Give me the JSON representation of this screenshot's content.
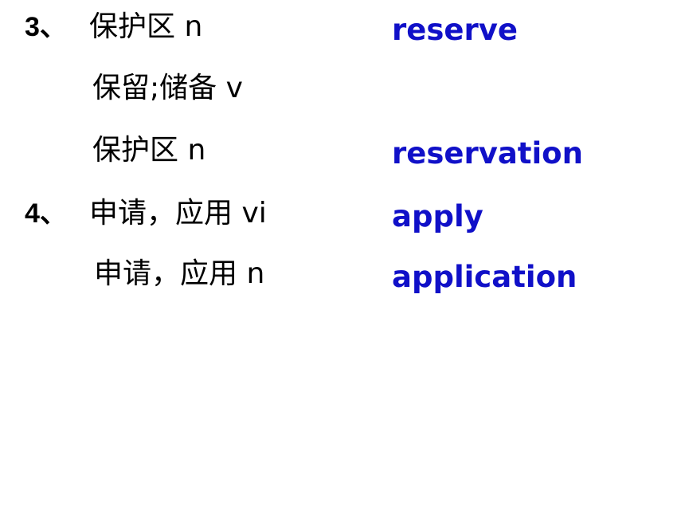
{
  "accent_color": "#1010c8",
  "rows": [
    {
      "number": "3、",
      "chinese": "保护区 n",
      "english": "reserve"
    },
    {
      "number": "",
      "chinese": "保留;储备 v",
      "english": ""
    },
    {
      "number": "",
      "chinese": "保护区 n",
      "english": "reservation"
    },
    {
      "number": "4、",
      "chinese": "申请，应用 vi",
      "english": "apply"
    },
    {
      "number": "",
      "chinese": "申请，应用 n",
      "english": "application"
    }
  ]
}
